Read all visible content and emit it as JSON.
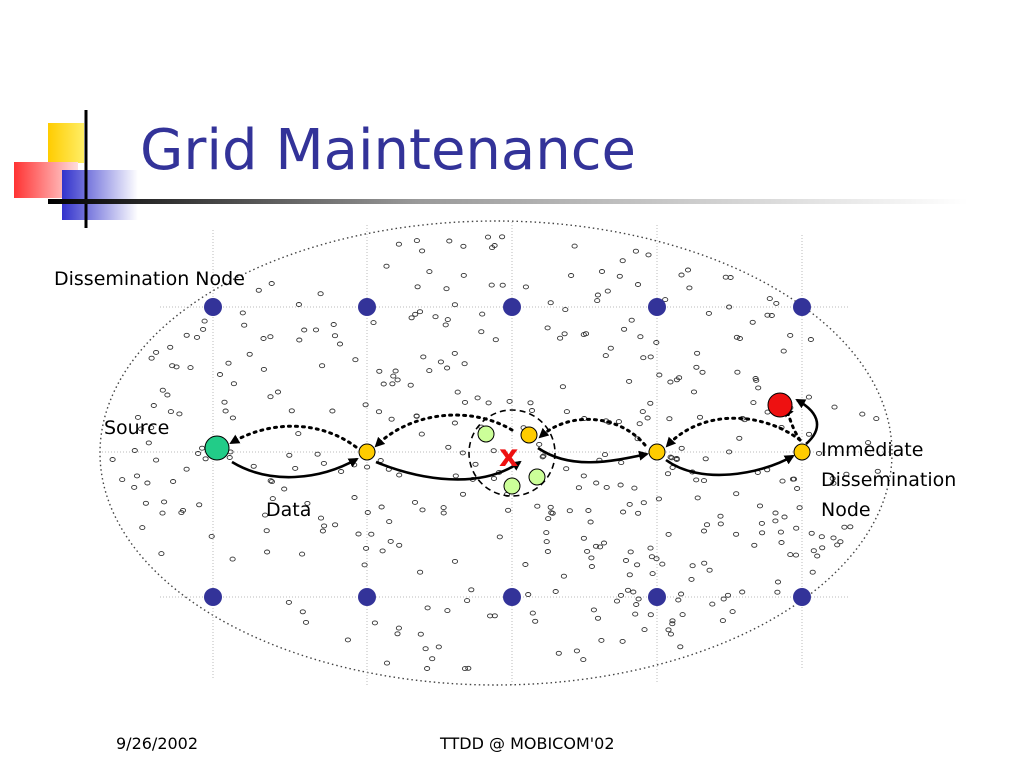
{
  "slide": {
    "title": "Grid Maintenance",
    "footer_date": "9/26/2002",
    "footer_center": "TTDD @ MOBICOM'02"
  },
  "diagram": {
    "labels": {
      "dissemination_node": "Dissemination Node",
      "source": "Source",
      "data": "Data",
      "failure_mark": "x",
      "immediate_line1": "Immediate",
      "immediate_line2": "Dissemination",
      "immediate_line3": "Node"
    },
    "colors": {
      "title": "#333399",
      "grid_node": "#333399",
      "source_node": "#22cc88",
      "path_node": "#ffcc00",
      "sink_node": "#ee1111",
      "backup_node": "#ccff99",
      "failure_mark": "#ee1111"
    }
  }
}
